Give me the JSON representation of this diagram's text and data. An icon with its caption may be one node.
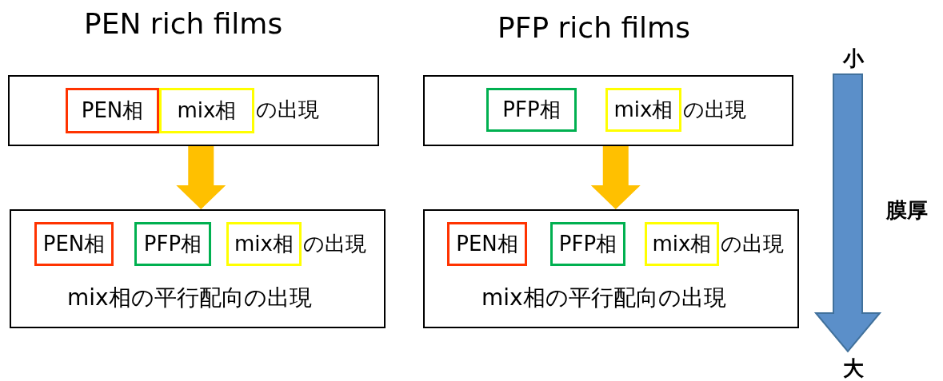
{
  "diagram": {
    "nodes": [
      {
        "text": [
          "の出現"
        ]
      },
      {
        "text": [
          "PEN相"
        ],
        "in": 0
      },
      {
        "text": [
          "mix相"
        ],
        "in": 0
      },
      {
        "text": [
          "の出現"
        ]
      },
      {
        "text": [
          "PFP相"
        ],
        "in": 3
      },
      {
        "text": [
          "mix相"
        ],
        "in": 3
      },
      {
        "text": [
          "の出現",
          "mix相の平行配向の出現"
        ]
      },
      {
        "text": [
          "PEN相"
        ],
        "in": 6
      },
      {
        "text": [
          "PFP相"
        ],
        "in": 6
      },
      {
        "text": [
          "mix相"
        ],
        "in": 6
      },
      {
        "text": [
          "の出現",
          "mix相の平行配向の出現"
        ]
      },
      {
        "text": [
          "PEN相"
        ],
        "in": 10
      },
      {
        "text": [
          "PFP相"
        ],
        "in": 10
      },
      {
        "text": [
          "mix相"
        ],
        "in": 10
      }
    ],
    "edges": [
      {
        "from": 0,
        "to": 6,
        "arrow": "to",
        "style": "thick",
        "color": "#ffc000"
      },
      {
        "from": 3,
        "to": 10,
        "arrow": "to",
        "style": "thick",
        "color": "#ffc000"
      }
    ],
    "labels": [
      "PEN rich films",
      "PFP rich films",
      "小",
      "膜厚",
      "大"
    ]
  }
}
